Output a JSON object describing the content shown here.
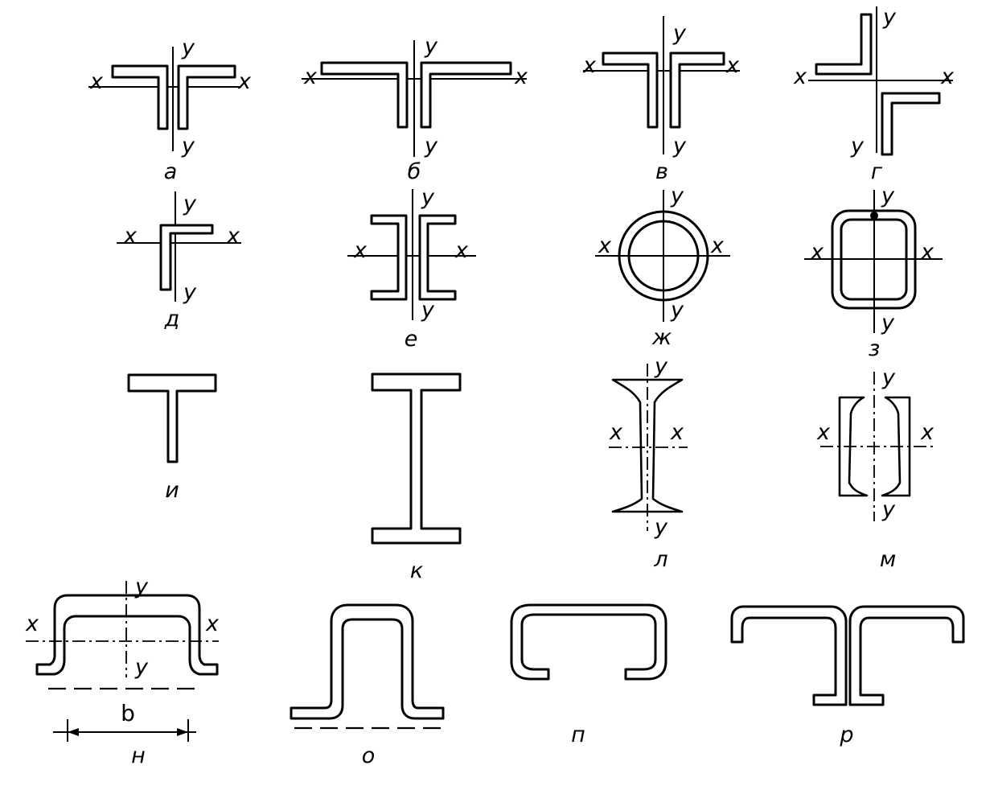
{
  "axis_labels": {
    "x": "x",
    "y": "y"
  },
  "captions": {
    "a": "а",
    "b": "б",
    "v": "в",
    "g": "г",
    "d": "д",
    "e": "е",
    "zh": "ж",
    "z": "з",
    "i": "и",
    "k": "к",
    "l": "л",
    "m": "м",
    "n": "н",
    "o": "о",
    "p": "п",
    "r": "р"
  },
  "dimension_label": "b"
}
